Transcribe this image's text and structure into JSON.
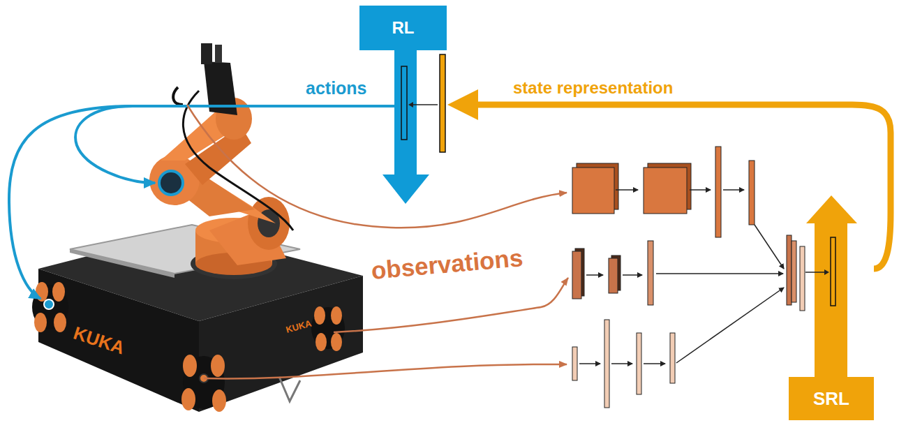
{
  "diagram": {
    "nodes": [
      {
        "text": [
          "RL"
        ]
      },
      {
        "text": [
          "SRL"
        ]
      }
    ],
    "edges": [
      {
        "from": 1,
        "to": 0,
        "arrow": "to",
        "label": "state representation"
      }
    ],
    "labels": [
      "actions",
      "observations",
      "KUKA",
      "KUKA"
    ]
  }
}
